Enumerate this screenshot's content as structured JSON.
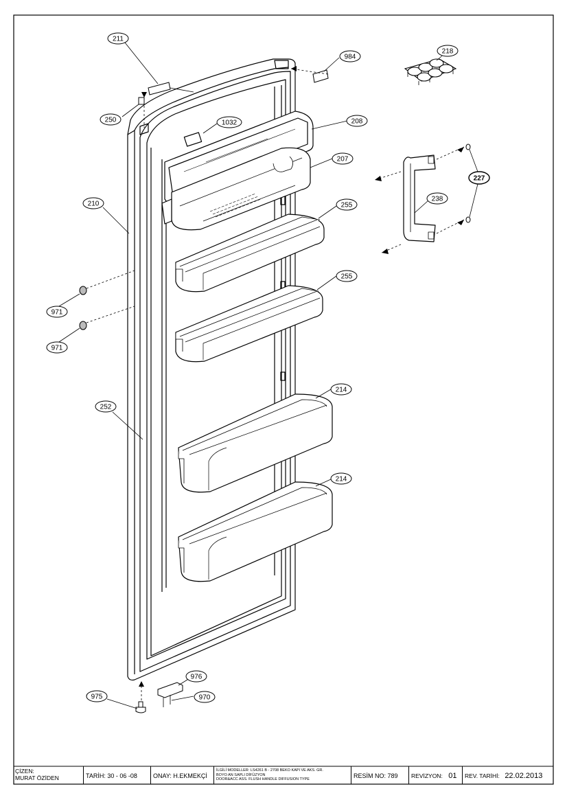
{
  "callouts": [
    {
      "label": "211"
    },
    {
      "label": "984"
    },
    {
      "label": "218"
    },
    {
      "label": "250"
    },
    {
      "label": "1032"
    },
    {
      "label": "208"
    },
    {
      "label": "207"
    },
    {
      "label": "227"
    },
    {
      "label": "210"
    },
    {
      "label": "255"
    },
    {
      "label": "238"
    },
    {
      "label": "255"
    },
    {
      "label": "971"
    },
    {
      "label": "971"
    },
    {
      "label": "214"
    },
    {
      "label": "252"
    },
    {
      "label": "214"
    },
    {
      "label": "976"
    },
    {
      "label": "975"
    },
    {
      "label": "970"
    }
  ],
  "title_block": {
    "drawn_by_key": "ÇİZEN:",
    "drawn_by_value": "MURAT ÖZİDEN",
    "date": "TARİH: 30 - 06 -08",
    "approval": "ONAY:  H.EKMEKÇİ",
    "description_line1": "İLGİLİ MODELLER: LS4261 B - 2708 BEKO KAPI VE AKS. GR.",
    "description_line2": "BOYO AN SAPLI DİFÜZYON",
    "description_line3": "DOOR&ACC ASS. FLUSH HANDLE DIFFUSION TYPE",
    "drawing_no": "RESİM NO: 789",
    "revision_key": "REVİZYON:",
    "revision_value": "01",
    "rev_date_key": "REV. TARİHİ:",
    "rev_date_value": "22.02.2013"
  }
}
